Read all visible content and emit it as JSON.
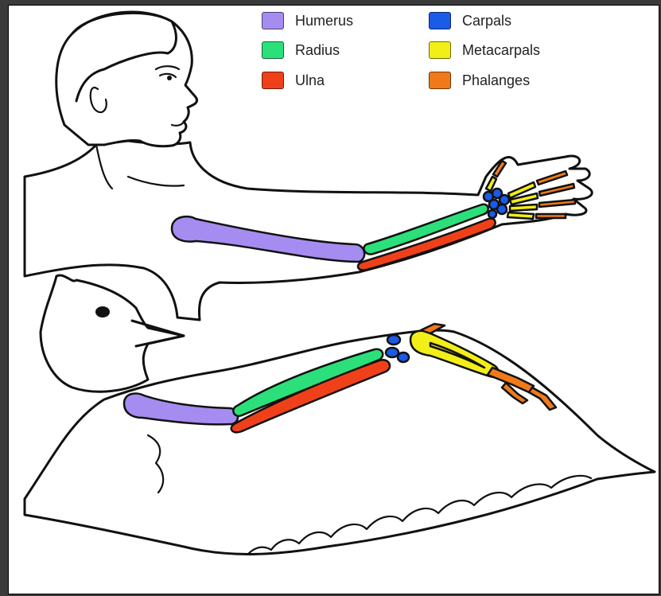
{
  "legend": [
    {
      "label": "Humerus",
      "color": "#a58cf0"
    },
    {
      "label": "Radius",
      "color": "#2be07a"
    },
    {
      "label": "Ulna",
      "color": "#f0401a"
    },
    {
      "label": "Carpals",
      "color": "#1a5be8"
    },
    {
      "label": "Metacarpals",
      "color": "#f2ee18"
    },
    {
      "label": "Phalanges",
      "color": "#f07a1a"
    }
  ],
  "figures": {
    "upper": "human-arm",
    "lower": "bird-wing"
  }
}
